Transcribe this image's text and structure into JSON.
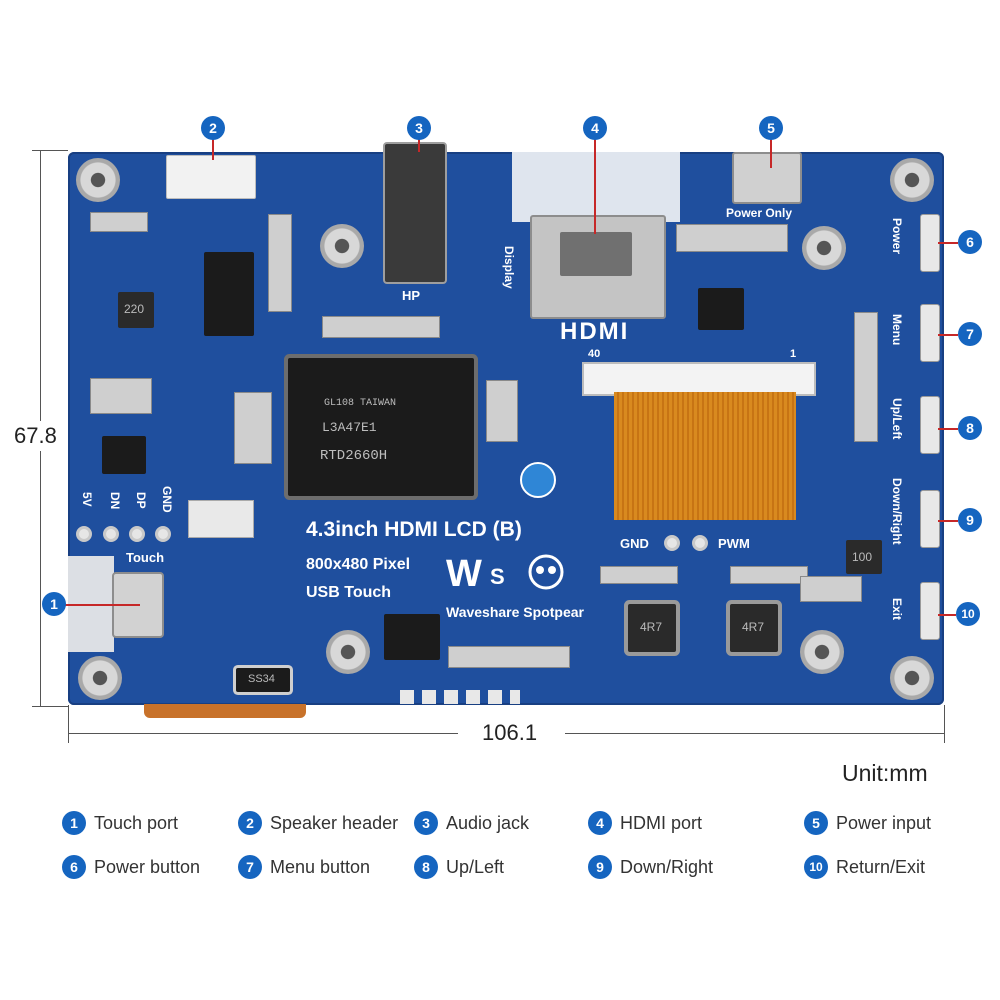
{
  "dimensions": {
    "height": "67.8",
    "width": "106.1",
    "unit": "Unit:mm"
  },
  "board": {
    "title": "4.3inch HDMI LCD (B)",
    "resolution": "800x480 Pixel",
    "touch_label": "USB Touch",
    "brand": "Waveshare Spotpear",
    "hdmi_logo": "HDMI",
    "hp_label": "HP",
    "display_label": "Display",
    "power_only_label": "Power Only",
    "touch_header_label": "Touch",
    "pins": [
      "5V",
      "DN",
      "DP",
      "GND"
    ],
    "gnd_label": "GND",
    "pwm_label": "PWM",
    "fpc_left": "40",
    "fpc_right": "1",
    "chip_main": "RTD2660H",
    "chip_main_sub": "L3A47E1",
    "chip_main_sub2": "GL108 TAIWAN",
    "inductor_a": "4R7",
    "inductor_b": "4R7",
    "inductor_c": "220",
    "inductor_d": "100",
    "diode": "SS34",
    "side_buttons": [
      "Power",
      "Menu",
      "Up/Left",
      "Down/Right",
      "Exit"
    ]
  },
  "markers": [
    "1",
    "2",
    "3",
    "4",
    "5",
    "6",
    "7",
    "8",
    "9",
    "10"
  ],
  "legend": [
    {
      "num": "1",
      "label": "Touch port"
    },
    {
      "num": "2",
      "label": "Speaker header"
    },
    {
      "num": "3",
      "label": "Audio jack"
    },
    {
      "num": "4",
      "label": "HDMI port"
    },
    {
      "num": "5",
      "label": "Power input"
    },
    {
      "num": "6",
      "label": "Power button"
    },
    {
      "num": "7",
      "label": "Menu button"
    },
    {
      "num": "8",
      "label": "Up/Left"
    },
    {
      "num": "9",
      "label": "Down/Right"
    },
    {
      "num": "10",
      "label": "Return/Exit"
    }
  ],
  "colors": {
    "marker": "#1565c0",
    "board": "#1f4f9e",
    "leader": "#c62828"
  }
}
